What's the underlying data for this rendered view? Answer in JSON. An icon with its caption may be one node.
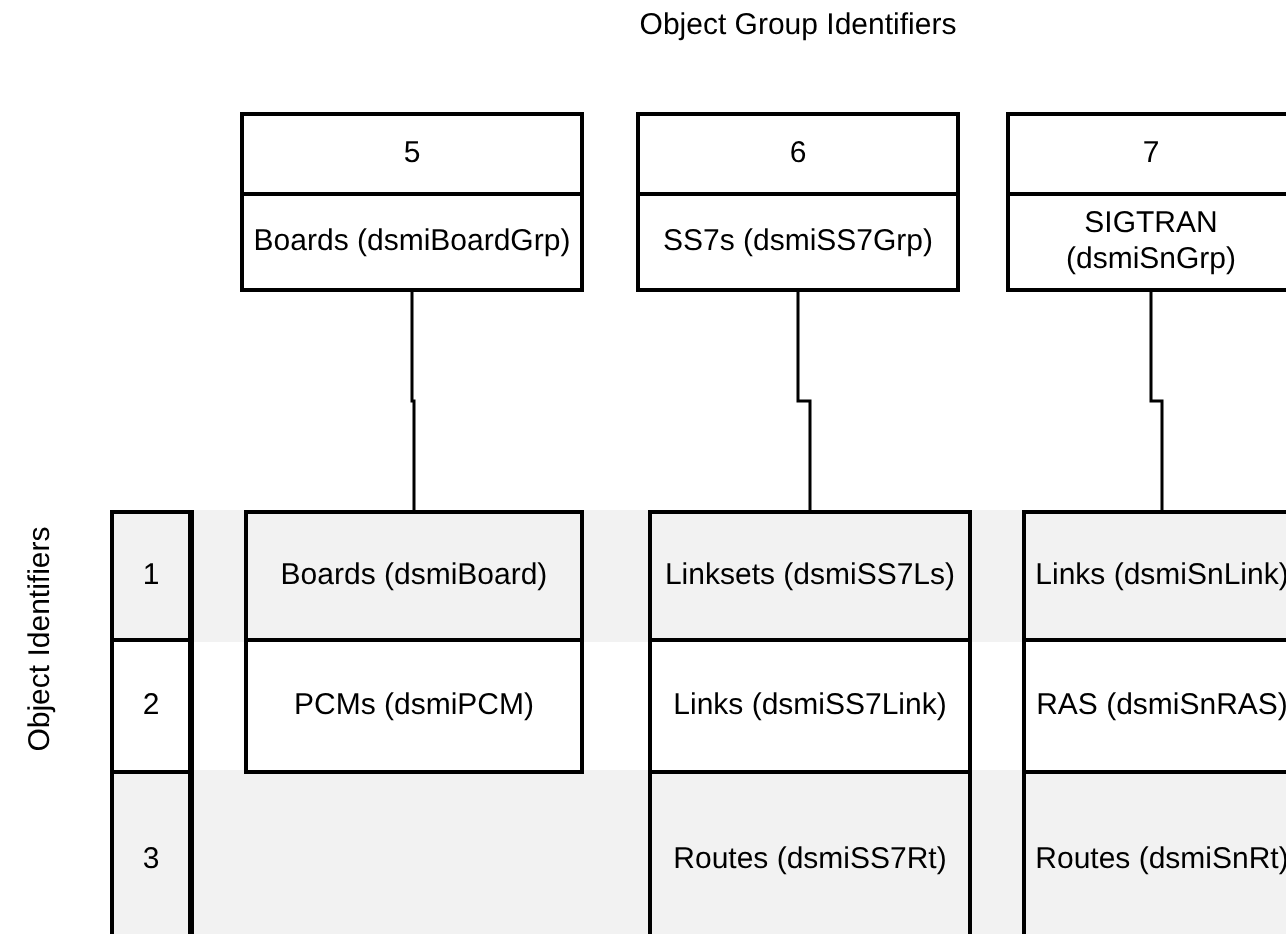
{
  "diagram": {
    "nodes": [
      {
        "text": [
          "5",
          "Boards (dsmiBoardGrp)"
        ]
      },
      {
        "text": [
          "6",
          "SS7s (dsmiSS7Grp)"
        ]
      },
      {
        "text": [
          "7",
          "SIGTRAN (dsmiSnGrp)"
        ]
      },
      {
        "text": [
          "1"
        ]
      },
      {
        "text": [
          "Boards (dsmiBoard)"
        ]
      },
      {
        "text": [
          "Linksets (dsmiSS7Ls)"
        ]
      },
      {
        "text": [
          "Links (dsmiSnLink)"
        ]
      },
      {
        "text": [
          "2"
        ]
      },
      {
        "text": [
          "PCMs (dsmiPCM)"
        ]
      },
      {
        "text": [
          "Links (dsmiSS7Link)"
        ]
      },
      {
        "text": [
          "RAS (dsmiSnRAS)"
        ]
      },
      {
        "text": [
          "3"
        ]
      },
      {
        "text": [
          "Routes (dsmiSS7Rt)"
        ]
      },
      {
        "text": [
          "Routes (dsmiSnRt)"
        ]
      }
    ],
    "edges": [
      {
        "from": 0,
        "to": 4,
        "arrow": "none"
      },
      {
        "from": 1,
        "to": 5,
        "arrow": "none"
      },
      {
        "from": 2,
        "to": 6,
        "arrow": "none"
      }
    ],
    "labels": [
      "Object Group Identifiers",
      "Object Identifiers"
    ]
  }
}
